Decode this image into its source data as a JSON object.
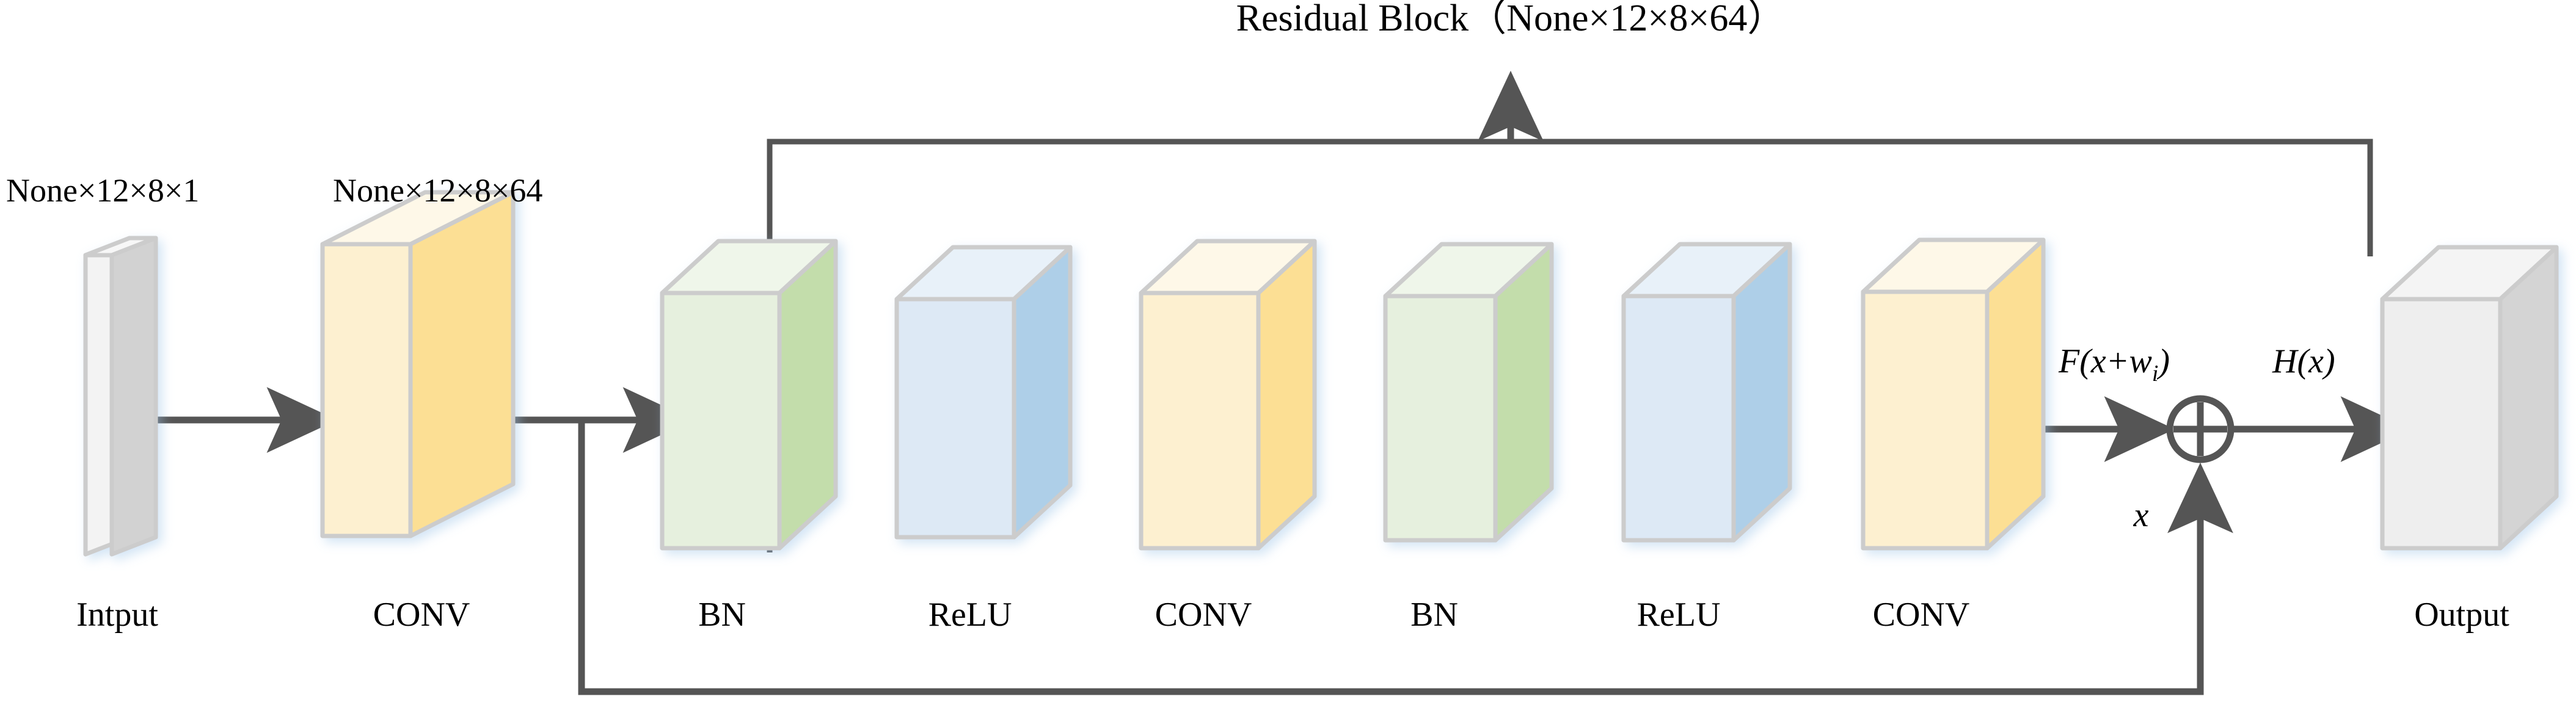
{
  "diagram": {
    "title": "Residual Block（None×12×8×64）",
    "shape_labels": [
      {
        "name": "input-shape",
        "text": "None×12×8×1"
      },
      {
        "name": "conv-shape",
        "text": "None×12×8×64"
      }
    ],
    "blocks": [
      {
        "name": "input",
        "label": "Intput",
        "kind": "slab",
        "color_front": "#eeeeee",
        "color_side": "#d2d2d2",
        "color_top": "#f3f3f3"
      },
      {
        "name": "conv1",
        "label": "CONV",
        "kind": "cuboid",
        "color_front": "#fdf0d0",
        "color_side": "#fcdf94",
        "color_top": "#fef8e8"
      },
      {
        "name": "bn1",
        "label": "BN",
        "kind": "cuboid",
        "color_front": "#e6f0de",
        "color_side": "#c3ddab",
        "color_top": "#eff6ea"
      },
      {
        "name": "relu1",
        "label": "ReLU",
        "kind": "cuboid",
        "color_front": "#dde9f5",
        "color_side": "#aecfe8",
        "color_top": "#e8f1f9"
      },
      {
        "name": "conv2",
        "label": "CONV",
        "kind": "cuboid",
        "color_front": "#fdf0d0",
        "color_side": "#fcdf94",
        "color_top": "#fef8e8"
      },
      {
        "name": "bn2",
        "label": "BN",
        "kind": "cuboid",
        "color_front": "#e6f0de",
        "color_side": "#c3ddab",
        "color_top": "#eff6ea"
      },
      {
        "name": "relu2",
        "label": "ReLU",
        "kind": "cuboid",
        "color_front": "#dde9f5",
        "color_side": "#aecfe8",
        "color_top": "#e8f1f9"
      },
      {
        "name": "conv3",
        "label": "CONV",
        "kind": "cuboid",
        "color_front": "#fdf0d0",
        "color_side": "#fcdf94",
        "color_top": "#fef8e8"
      },
      {
        "name": "output",
        "label": "Output",
        "kind": "cuboid",
        "color_front": "#eeeeee",
        "color_side": "#d4d4d4",
        "color_top": "#f4f4f4"
      }
    ],
    "math_labels": [
      {
        "name": "residual-function-label",
        "text": "F(x+w",
        "sub": "i",
        "tail": ")"
      },
      {
        "name": "output-function-label",
        "text": "H(x)"
      },
      {
        "name": "identity-label",
        "text": "x"
      }
    ],
    "adder": {
      "name": "sum-operator",
      "symbol": "+"
    },
    "colors": {
      "arrow": "#555555",
      "edge": "#cccccc",
      "text": "#000000",
      "background": "#ffffff"
    }
  }
}
